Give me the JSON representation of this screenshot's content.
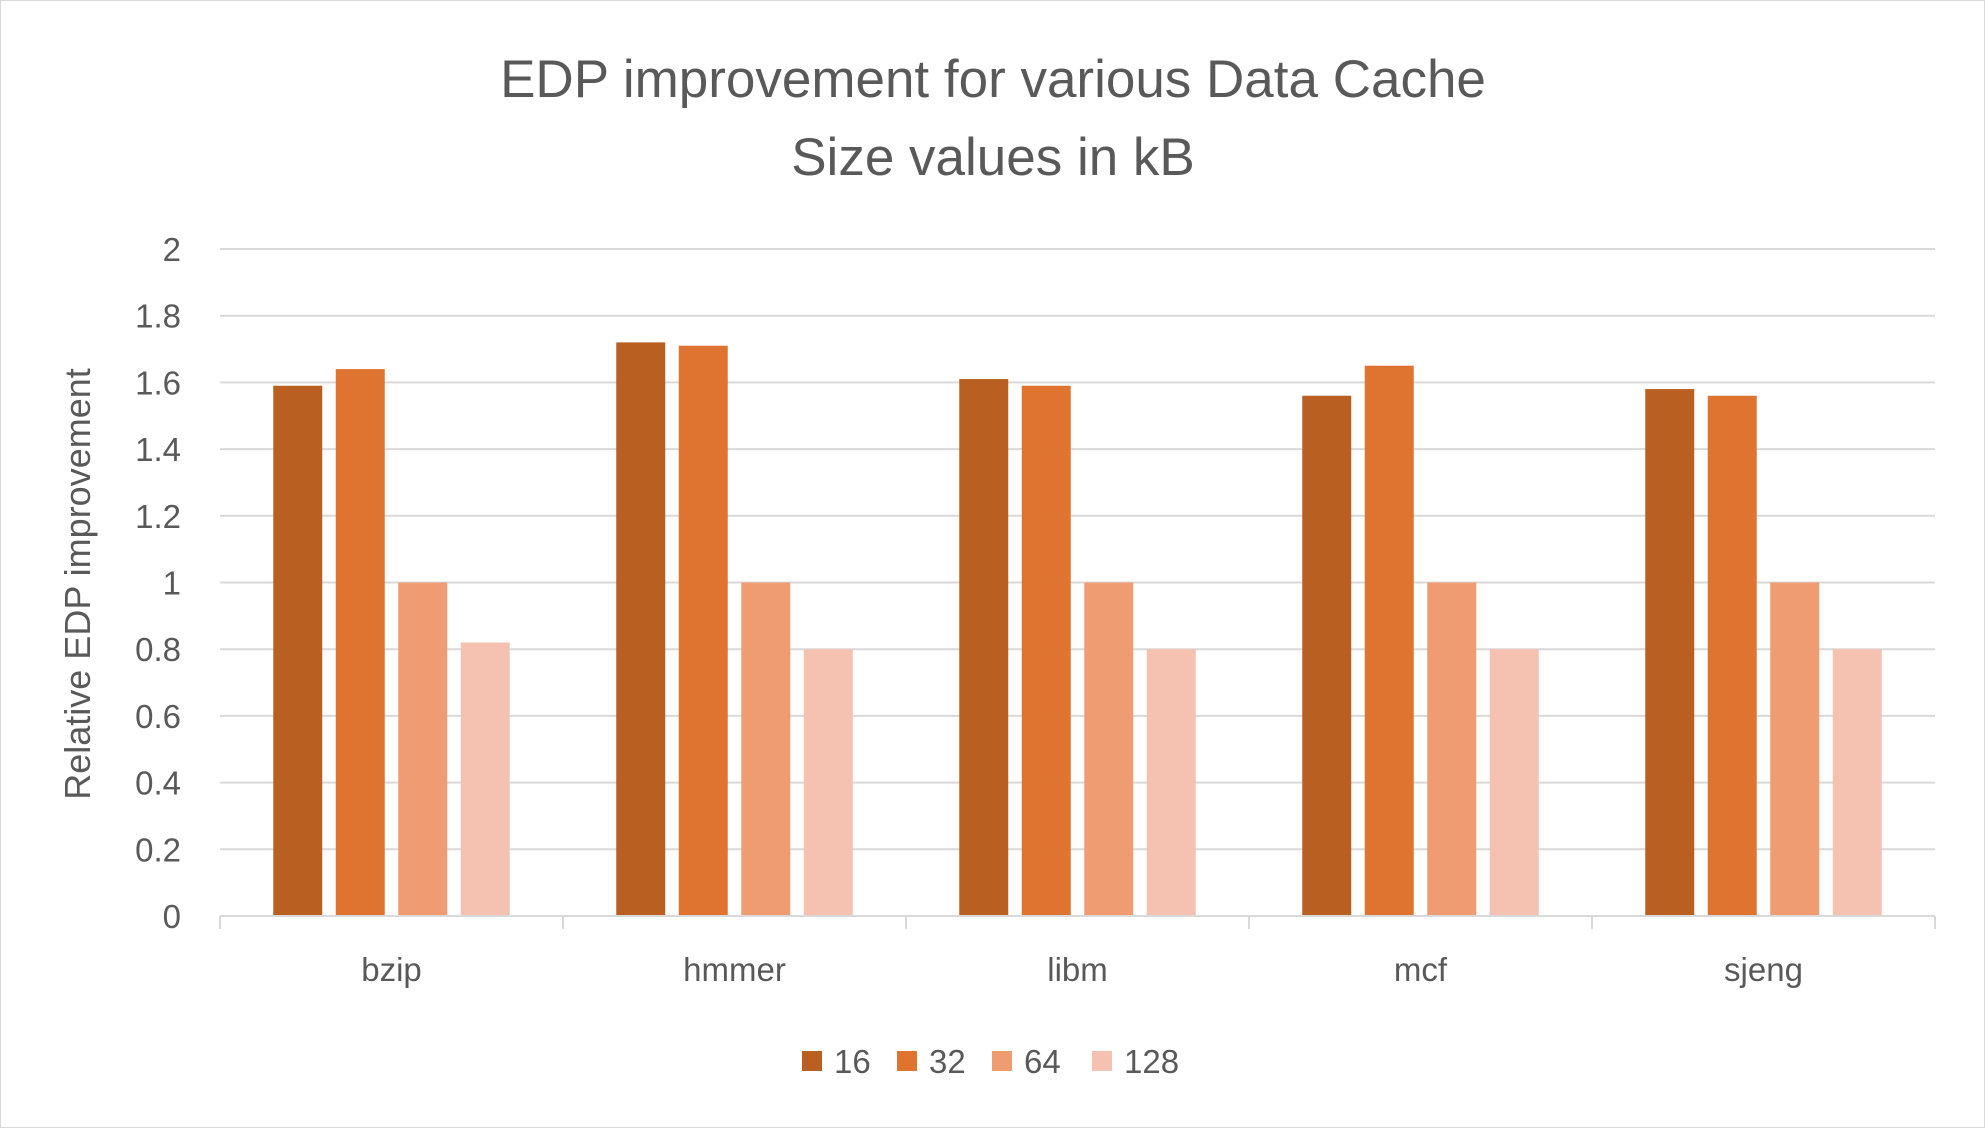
{
  "chart_data": {
    "type": "bar",
    "title_lines": [
      "EDP improvement for various Data Cache",
      "Size values in kB"
    ],
    "xlabel": "",
    "ylabel": "Relative EDP improvement",
    "categories": [
      "bzip",
      "hmmer",
      "libm",
      "mcf",
      "sjeng"
    ],
    "series": [
      {
        "name": "16",
        "color": "#BA5F22",
        "values": [
          1.59,
          1.72,
          1.61,
          1.56,
          1.58
        ]
      },
      {
        "name": "32",
        "color": "#DF7430",
        "values": [
          1.64,
          1.71,
          1.59,
          1.65,
          1.56
        ]
      },
      {
        "name": "64",
        "color": "#F09C73",
        "values": [
          1.0,
          1.0,
          1.0,
          1.0,
          1.0
        ]
      },
      {
        "name": "128",
        "color": "#F5C2B1",
        "values": [
          0.82,
          0.8,
          0.8,
          0.8,
          0.8
        ]
      }
    ],
    "ylim": [
      0,
      2
    ],
    "yticks": [
      "0",
      "0.2",
      "0.4",
      "0.6",
      "0.8",
      "1",
      "1.2",
      "1.4",
      "1.6",
      "1.8",
      "2"
    ],
    "grid": true,
    "legend_position": "bottom"
  }
}
